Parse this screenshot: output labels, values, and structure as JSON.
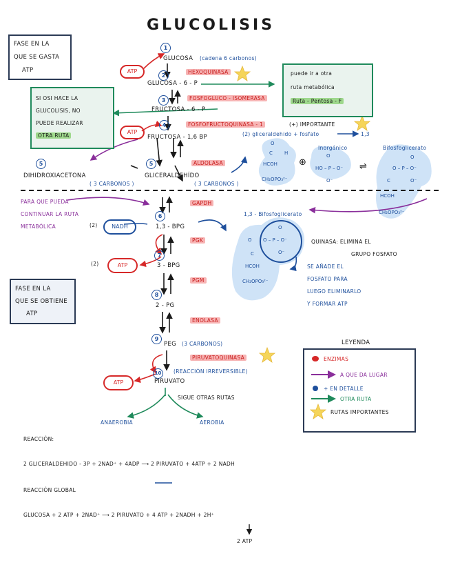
{
  "title": "GLUCOLISIS",
  "boxes": {
    "fase_gasta": [
      "FASE EN LA",
      "QUE SE GASTA",
      "ATP"
    ],
    "si_hace": [
      "SI OSI HACE LA",
      "GLUCOLISIS, NO",
      "PUEDE REALIZAR",
      "OTRA RUTA"
    ],
    "otra_ruta": [
      "puede ir a otra",
      "ruta metabólica",
      "Ruta - Pentosa - F"
    ],
    "fase_obtiene": [
      "FASE EN LA",
      "QUE SE OBTIENE",
      "ATP"
    ]
  },
  "steps": {
    "n1": "1",
    "n2": "2",
    "n3": "3",
    "n4": "4",
    "n5a": "5",
    "n5b": "5",
    "n6": "6",
    "n7": "7",
    "n8": "8",
    "n9": "9",
    "n10": "10",
    "glucosa": "GLUCOSA",
    "glucosa_note": "(cadena 6 carbonos)",
    "g6p": "GLUCOSA - 6 - P",
    "f6p": "FRUCTOSA - 6 - P",
    "f16bp": "FRUCTOSA - 1,6 BP",
    "dhap": "DIHIDROXIACETONA",
    "dhap_note": "( 3 CARBONOS )",
    "gliceraldehido": "GLICERALDEHÍDO",
    "gli_note": "( 3 CARBONOS )",
    "bpg13": "1,3 - BPG",
    "pg3": "3 - BPG",
    "pg2": "2 - PG",
    "peg": "PEG",
    "peg_note": "(3 CARBONOS)",
    "piruvato": "PIRUVATO",
    "irrev": "(REACCIÓN IRREVERSIBLE)",
    "sigue": "SIGUE OTRAS RUTAS",
    "anaerobia": "ANAEROBIA",
    "aerobia": "AEROBIA"
  },
  "enzymes": {
    "hexoquinasa": "HEXOQUINASA",
    "fosfoglucoisomerasa": "FOSFOGLUCO - ISOMERASA",
    "fosfofructoquinasa": "FOSFOFRUCTOQUINASA - 1",
    "importante": "(+) IMPORTANTE",
    "aldolasa": "ALDOLASA",
    "gapdh": "GAPDH",
    "pgk": "PGK",
    "pgm": "PGM",
    "enolasa": "ENOLASA",
    "piruvatoquinasa": "PIRUVATOQUINASA"
  },
  "cofactors": {
    "atp1": "ATP",
    "atp2": "ATP",
    "atp_out1": "ATP",
    "atp_out2": "ATP",
    "nadh": "NADH",
    "two1": "(2)",
    "two2": "(2)"
  },
  "notes": {
    "para_que": [
      "PARA QUE PUEDA",
      "CONTINUAR LA RUTA",
      "METABÓLICA"
    ],
    "gli_fosfato": "(2) gliceraldehido + fosfato",
    "arrow_13": "1,3",
    "inorganico": "Inorgánico",
    "bifosfoglicerato": "Bifosfoglicerato",
    "bifos_13": "1,3 - Bifosfoglicerato",
    "quinasa": [
      "QUINASA: ELIMINA EL",
      "GRUPO FOSFATO"
    ],
    "se_anade": [
      "SE AÑADE EL",
      "FOSFATO PARA",
      "LUEGO ELIMINARLO",
      "Y FORMAR ATP"
    ]
  },
  "molecules": {
    "o": "O",
    "h": "H",
    "c": "C",
    "hcoh": "HCOH",
    "ch2opo3": "CH₂OPO₃²⁻",
    "phos": "HO – P – O⁻",
    "ominus": "O⁻",
    "plus": "⊕",
    "eq": "⇌",
    "pstruct": "O – P – O⁻"
  },
  "legend": {
    "title": "LEYENDA",
    "items": [
      "ENZIMAS",
      "A QUE DA LUGAR",
      "+ EN DETALLE",
      "OTRA RUTA",
      "RUTAS IMPORTANTES"
    ]
  },
  "reactions": {
    "r1_label": "REACCIÓN:",
    "r1": "2 GLICERALDEHIDO - 3P + 2NAD⁺ + 4ADP  ⟶  2 PIRUVATO + 4ATP + 2 NADH",
    "r2_label": "REACCIÓN GLOBAL",
    "r2": "GLUCOSA + 2 ATP + 2NAD⁺  ⟶  2 PIRUVATO + 4 ATP + 2NADH + 2H⁺",
    "r2_below": "2 ATP"
  },
  "colors": {
    "enzyme": "#d62828",
    "leads_to": "#8a2f9b",
    "detail": "#1e4f9c",
    "other_route": "#1f8a5b",
    "star": "#f5d55a"
  }
}
